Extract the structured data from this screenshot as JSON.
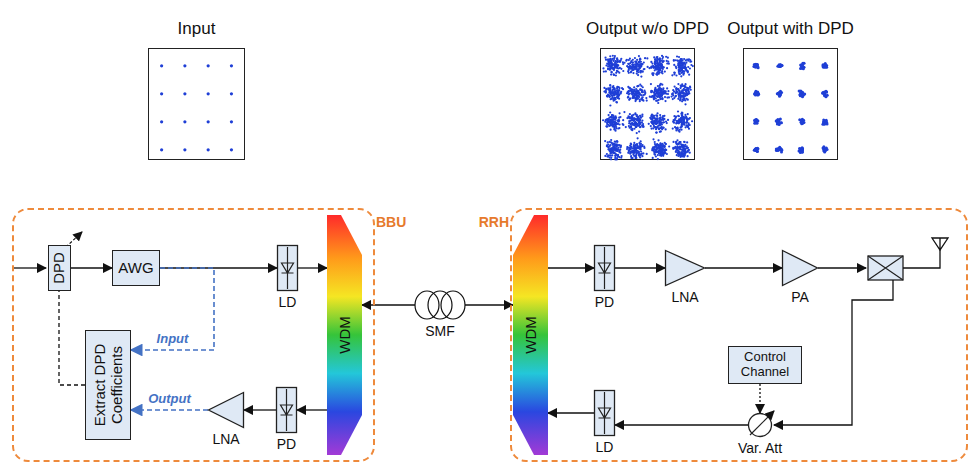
{
  "diagram": {
    "nodes": [
      {
        "text": [
          "Input"
        ]
      },
      {
        "text": [
          "Output w/o DPD"
        ]
      },
      {
        "text": [
          "Output with DPD"
        ]
      },
      {
        "text": [
          "BBU"
        ]
      },
      {
        "text": [
          "DPD"
        ],
        "in": 3
      },
      {
        "text": [
          "AWG"
        ],
        "in": 3
      },
      {
        "text": [
          "LD"
        ],
        "in": 3
      },
      {
        "text": [
          "WDM"
        ],
        "in": 3
      },
      {
        "text": [
          "Extract DPD Coefficients"
        ],
        "in": 3
      },
      {
        "text": [
          "LNA"
        ],
        "in": 3
      },
      {
        "text": [
          "PD"
        ],
        "in": 3
      },
      {
        "text": [
          "SMF"
        ]
      },
      {
        "text": [
          "RRH"
        ]
      },
      {
        "text": [
          "WDM"
        ],
        "in": 12
      },
      {
        "text": [
          "PD"
        ],
        "in": 12
      },
      {
        "text": [
          "LNA"
        ],
        "in": 12
      },
      {
        "text": [
          "PA"
        ],
        "in": 12
      },
      {
        "text": [
          "Control Channel"
        ],
        "in": 12
      },
      {
        "text": [
          "Var. Att"
        ],
        "in": 12
      },
      {
        "text": [
          "LD"
        ],
        "in": 12
      }
    ],
    "edges": [
      {
        "from": 4,
        "to": 5,
        "arrow": "to"
      },
      {
        "from": 5,
        "to": 6,
        "arrow": "to"
      },
      {
        "from": 6,
        "to": 7,
        "arrow": "to"
      },
      {
        "from": 11,
        "to": 7,
        "arrow": "to"
      },
      {
        "from": 11,
        "to": 13,
        "arrow": "to"
      },
      {
        "from": 13,
        "to": 14,
        "arrow": "to"
      },
      {
        "from": 14,
        "to": 15,
        "arrow": "to"
      },
      {
        "from": 15,
        "to": 16,
        "arrow": "to"
      },
      {
        "from": 17,
        "to": 18,
        "arrow": "to"
      },
      {
        "from": 18,
        "to": 19,
        "arrow": "to"
      },
      {
        "from": 19,
        "to": 13,
        "arrow": "to"
      },
      {
        "from": 7,
        "to": 10,
        "arrow": "to"
      },
      {
        "from": 10,
        "to": 9,
        "arrow": "to"
      },
      {
        "from": 9,
        "to": 8,
        "label": "Output",
        "arrow": "to"
      },
      {
        "from": 5,
        "to": 8,
        "label": "Input",
        "arrow": "to"
      },
      {
        "from": 8,
        "to": 4,
        "arrow": "none"
      }
    ]
  }
}
